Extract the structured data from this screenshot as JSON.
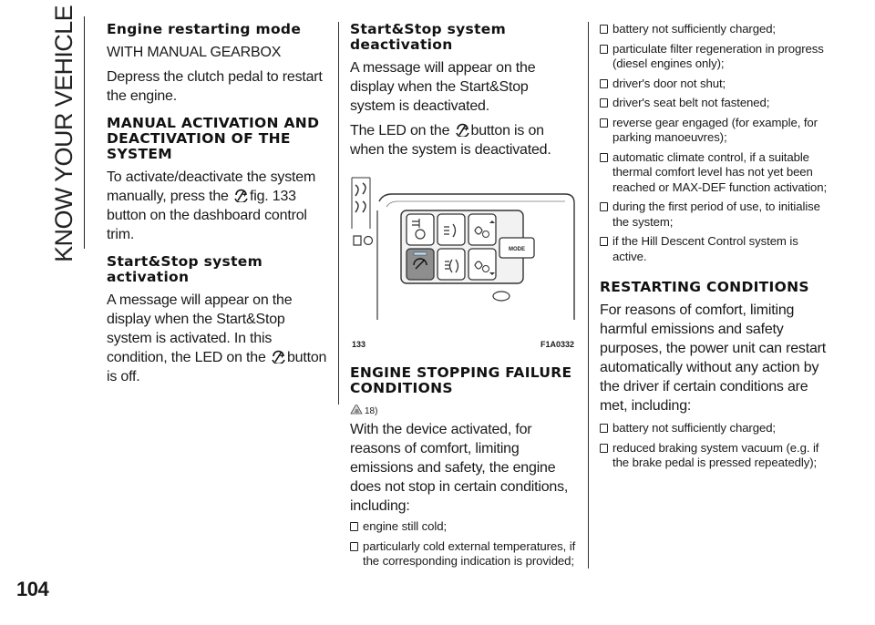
{
  "side_title": "KNOW YOUR VEHICLE",
  "page_number": "104",
  "col1": {
    "h_restart": "Engine restarting mode",
    "p_gearbox": "WITH MANUAL GEARBOX",
    "p_clutch": "Depress the clutch pedal to restart the engine.",
    "h_manual": "MANUAL ACTIVATION AND DEACTIVATION OF THE SYSTEM",
    "p_manual_a": "To activate/deactivate the system manually, press the ",
    "p_manual_b": "fig. 133 button on the dashboard control trim.",
    "h_activation": "Start&Stop system activation",
    "p_activation_a": "A message will appear on the display when the Start&Stop system is activated. In this condition, the LED on the ",
    "p_activation_b": "button is off."
  },
  "col2": {
    "h_deactivation": "Start&Stop system deactivation",
    "p_deact1": "A message will appear on the display when the Start&Stop system is deactivated.",
    "p_deact2_a": "The LED on the ",
    "p_deact2_b": "button is on when the system is deactivated.",
    "figure_number": "133",
    "figure_code": "F1A0332",
    "figure_mode_label": "MODE",
    "h_failure": "ENGINE STOPPING FAILURE CONDITIONS",
    "note_ref": "18)",
    "p_failure": "With the device activated, for reasons of comfort, limiting emissions and safety, the engine does not stop in certain conditions, including:",
    "failure_items": [
      "engine still cold;",
      "particularly cold external temperatures, if the corresponding indication is provided;"
    ]
  },
  "col3": {
    "items_top": [
      "battery not sufficiently charged;",
      "particulate filter regeneration in progress (diesel engines only);",
      "driver's door not shut;",
      "driver's seat belt not fastened;",
      "reverse gear engaged (for example, for parking manoeuvres);",
      "automatic climate control, if a suitable thermal comfort level has not yet been reached or MAX-DEF function activation;",
      "during the first period of use, to initialise the system;",
      "if the Hill Descent Control system is active."
    ],
    "h_restart_cond": "RESTARTING CONDITIONS",
    "p_restart": "For reasons of comfort, limiting harmful emissions and safety purposes, the power unit can restart automatically without any action by the driver if certain conditions are met, including:",
    "items_bottom": [
      "battery not sufficiently charged;",
      "reduced braking system vacuum (e.g. if the brake pedal is pressed repeatedly);"
    ]
  }
}
